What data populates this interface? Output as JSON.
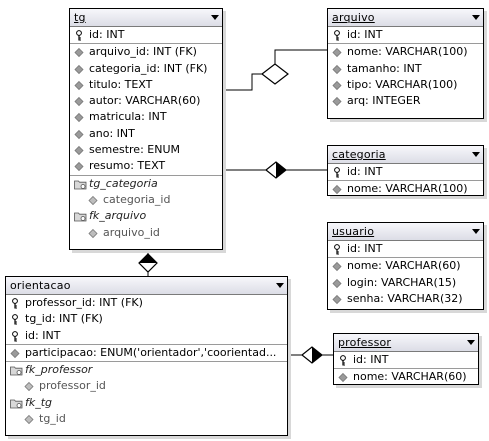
{
  "tables": {
    "tg": {
      "name": "tg",
      "rows": [
        {
          "kind": "pk",
          "text": "id: INT"
        },
        {
          "kind": "col",
          "text": "arquivo_id: INT (FK)"
        },
        {
          "kind": "col",
          "text": "categoria_id: INT (FK)"
        },
        {
          "kind": "col",
          "text": "titulo: TEXT"
        },
        {
          "kind": "col",
          "text": "autor: VARCHAR(60)"
        },
        {
          "kind": "col",
          "text": "matricula: INT"
        },
        {
          "kind": "col",
          "text": "ano: INT"
        },
        {
          "kind": "col",
          "text": "semestre: ENUM"
        },
        {
          "kind": "col",
          "text": "resumo: TEXT"
        }
      ],
      "keys": [
        {
          "name": "tg_categoria",
          "cols": [
            "categoria_id"
          ]
        },
        {
          "name": "fk_arquivo",
          "cols": [
            "arquivo_id"
          ]
        }
      ]
    },
    "arquivo": {
      "name": "arquivo",
      "rows": [
        {
          "kind": "pk",
          "text": "id: INT"
        },
        {
          "kind": "col",
          "text": "nome: VARCHAR(100)"
        },
        {
          "kind": "col",
          "text": "tamanho: INT"
        },
        {
          "kind": "col",
          "text": "tipo: VARCHAR(100)"
        },
        {
          "kind": "col",
          "text": "arq: INTEGER"
        }
      ],
      "keys": []
    },
    "categoria": {
      "name": "categoria",
      "rows": [
        {
          "kind": "pk",
          "text": "id: INT"
        },
        {
          "kind": "col",
          "text": "nome: VARCHAR(100)"
        }
      ],
      "keys": []
    },
    "usuario": {
      "name": "usuario",
      "rows": [
        {
          "kind": "pk",
          "text": "id: INT"
        },
        {
          "kind": "col",
          "text": "nome: VARCHAR(60)"
        },
        {
          "kind": "col",
          "text": "login: VARCHAR(15)"
        },
        {
          "kind": "col",
          "text": "senha: VARCHAR(32)"
        }
      ],
      "keys": []
    },
    "orientacao": {
      "name": "orientacao",
      "rows": [
        {
          "kind": "pk",
          "text": "professor_id: INT (FK)"
        },
        {
          "kind": "pk",
          "text": "tg_id: INT (FK)"
        },
        {
          "kind": "pk",
          "text": "id: INT"
        },
        {
          "kind": "col",
          "text": "participacao: ENUM('orientador','coorientad..."
        }
      ],
      "keys": [
        {
          "name": "fk_professor",
          "cols": [
            "professor_id"
          ]
        },
        {
          "name": "fk_tg",
          "cols": [
            "tg_id"
          ]
        }
      ]
    },
    "professor": {
      "name": "professor",
      "rows": [
        {
          "kind": "pk",
          "text": "id: INT"
        },
        {
          "kind": "col",
          "text": "nome: VARCHAR(60)"
        }
      ],
      "keys": []
    }
  },
  "relationships": [
    {
      "from": "tg",
      "to": "arquivo",
      "marker": "open-diamond"
    },
    {
      "from": "tg",
      "to": "categoria",
      "marker": "filled-diamond"
    },
    {
      "from": "tg",
      "to": "orientacao",
      "marker": "filled-diamond"
    },
    {
      "from": "orientacao",
      "to": "professor",
      "marker": "filled-diamond"
    }
  ]
}
